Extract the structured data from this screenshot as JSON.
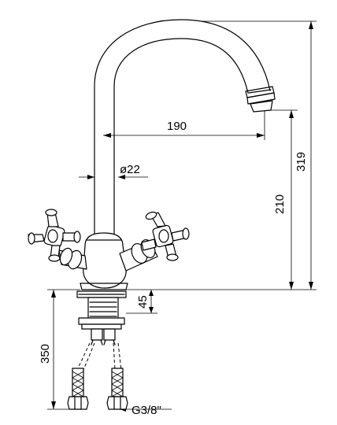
{
  "dimensions": {
    "spout_reach": "190",
    "body_diameter": "ø22",
    "spout_height": "210",
    "total_height": "319",
    "shank_length": "45",
    "hose_length": "350",
    "thread": "G3/8\""
  }
}
